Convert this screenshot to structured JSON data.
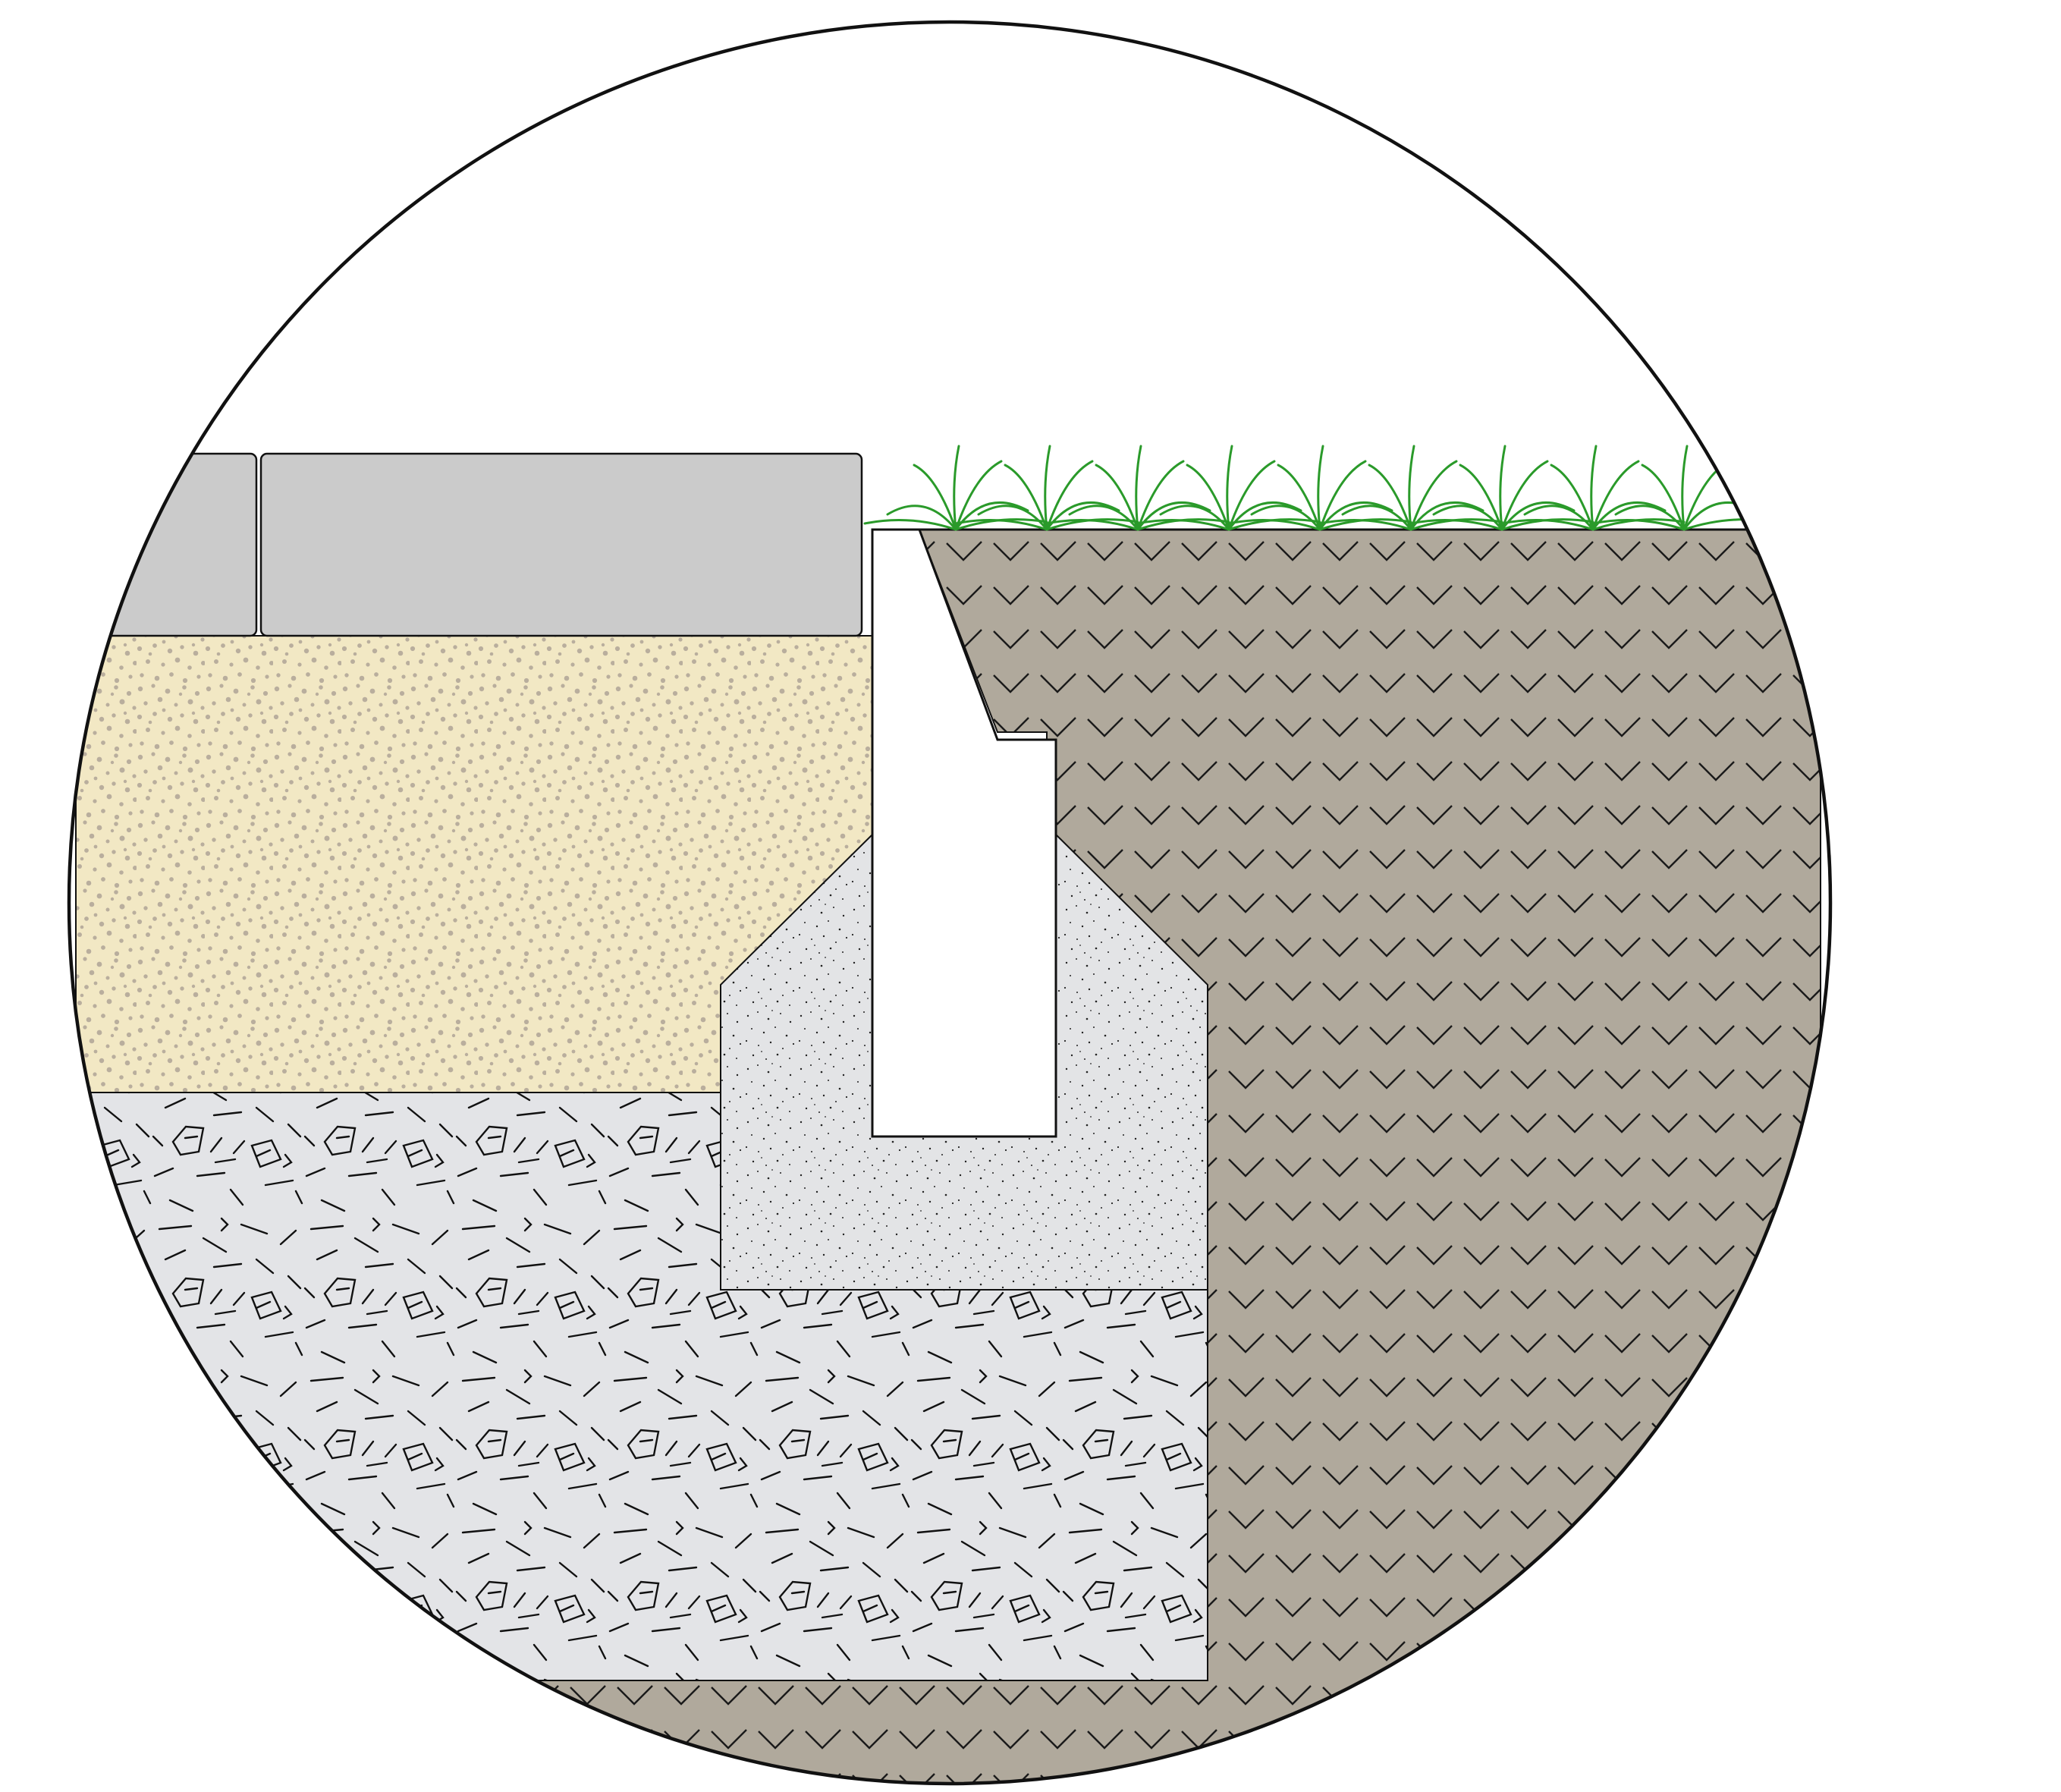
{
  "diagram": {
    "type": "section-detail",
    "view": "circular-detail-bubble",
    "labels": []
  },
  "layers": [
    {
      "name": "paving-slab",
      "color": "#cbcbcb",
      "hatch": "none"
    },
    {
      "name": "sand-bedding",
      "color": "#f2e8c4",
      "hatch": "stipple",
      "hatch_color": "#b8ad9c"
    },
    {
      "name": "gravel-sub-base",
      "color": "#e3e4e7",
      "hatch": "aggregate",
      "hatch_color": "#111111"
    },
    {
      "name": "concrete-haunch",
      "color": "#e3e4e6",
      "hatch": "speckle",
      "hatch_color": "#222222"
    },
    {
      "name": "edging-kerb",
      "color": "#ffffff",
      "hatch": "none"
    },
    {
      "name": "natural-soil",
      "color": "#b0a99c",
      "hatch": "chevron",
      "hatch_color": "#222222"
    },
    {
      "name": "grass",
      "color": "#2a9a2a",
      "hatch": "tufts"
    }
  ],
  "colors": {
    "outline": "#111111",
    "background": "#ffffff"
  }
}
